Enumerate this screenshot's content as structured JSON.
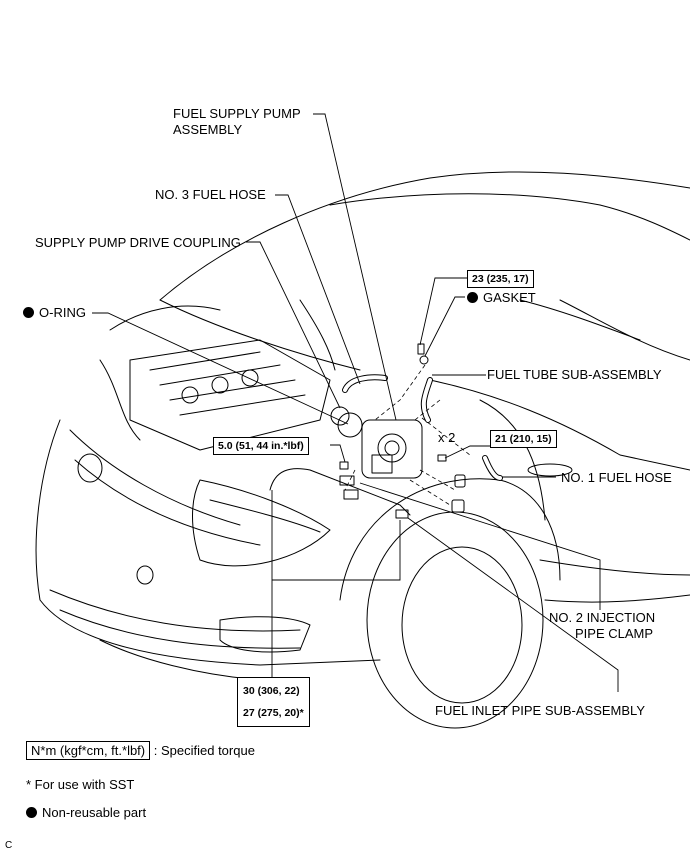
{
  "labels": {
    "fuel_supply_pump_line1": "FUEL SUPPLY PUMP",
    "fuel_supply_pump_line2": "ASSEMBLY",
    "no3_fuel_hose": "NO. 3 FUEL HOSE",
    "supply_pump_drive_coupling": "SUPPLY PUMP DRIVE COUPLING",
    "o_ring": "O-RING",
    "gasket": "GASKET",
    "fuel_tube_sub_assembly": "FUEL TUBE SUB-ASSEMBLY",
    "no1_fuel_hose": "NO. 1 FUEL HOSE",
    "x2": "x 2",
    "no2_injection_line1": "NO. 2 INJECTION",
    "no2_injection_line2": "PIPE CLAMP",
    "fuel_inlet_pipe": "FUEL INLET PIPE SUB-ASSEMBLY"
  },
  "torques": {
    "t23": "23 (235, 17)",
    "t21": "21 (210, 15)",
    "t5": "5.0 (51, 44 in.*lbf)",
    "t30": "30 (306, 22)",
    "t27": "27 (275, 20)*"
  },
  "legend": {
    "torque_unit": "N*m (kgf*cm, ft.*lbf)",
    "torque_desc": ": Specified torque",
    "sst_note": "* For use with SST",
    "non_reusable": "Non-reusable part"
  },
  "corner_mark": "C"
}
